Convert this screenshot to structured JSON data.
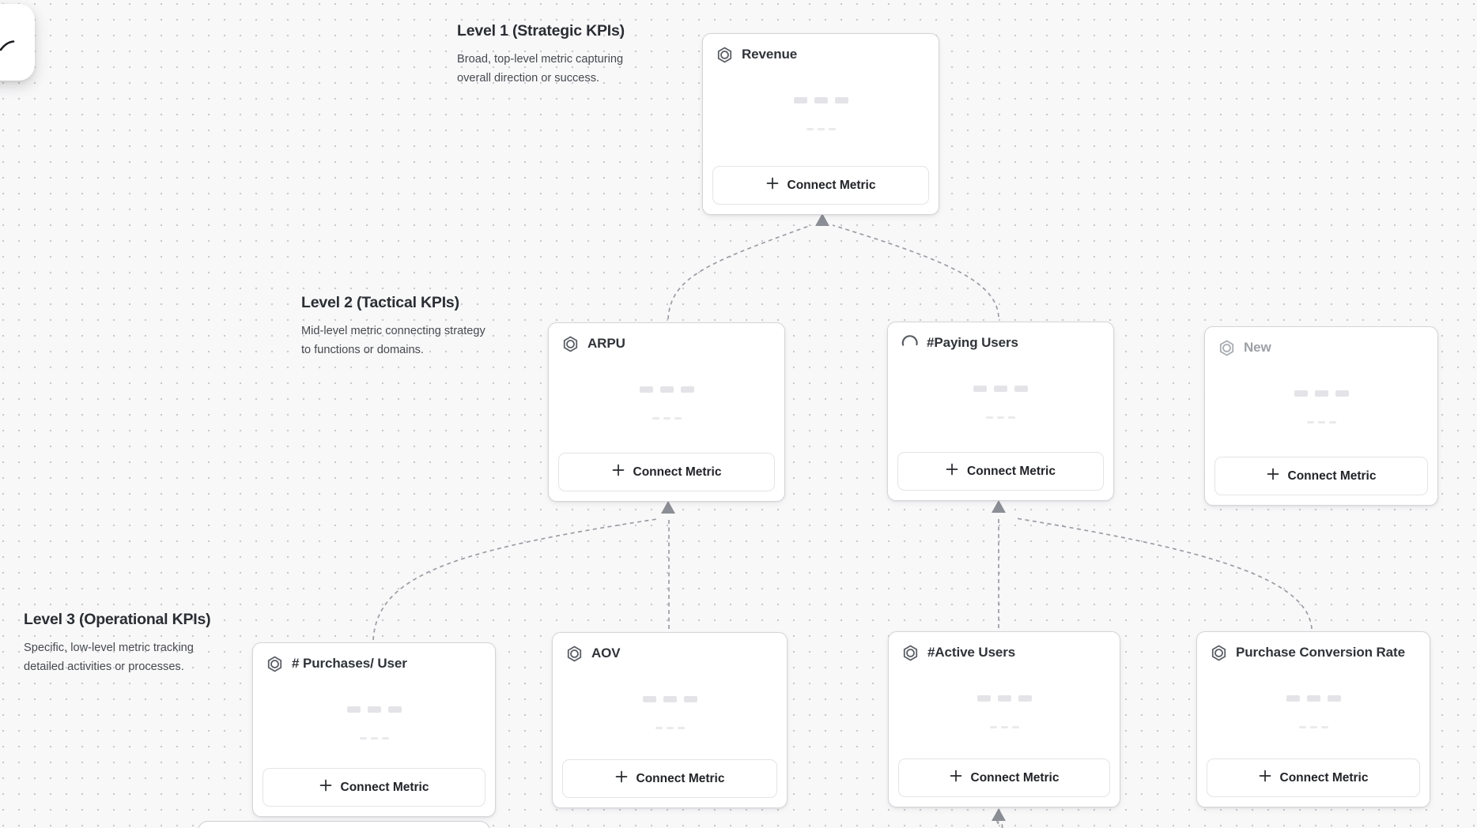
{
  "canvas": {
    "background_color": "#f8f8f9",
    "dot_color": "#c8c8cd",
    "edge_color": "#9a9da3",
    "arrow_color": "#8b8e94"
  },
  "levels": [
    {
      "title": "Level 1 (Strategic KPIs)",
      "description": "Broad, top-level metric capturing overall direction or success."
    },
    {
      "title": "Level 2 (Tactical KPIs)",
      "description": "Mid-level metric connecting strategy to functions or domains."
    },
    {
      "title": "Level 3 (Operational KPIs)",
      "description": "Specific, low-level metric tracking detailed activities or processes."
    }
  ],
  "card_button": {
    "label": "Connect Metric",
    "plus_icon": "plus-icon"
  },
  "cards": [
    {
      "id": "revenue",
      "title": "Revenue",
      "icon": "metric-hexagon-icon",
      "state": "normal",
      "level": 1
    },
    {
      "id": "arpu",
      "title": "ARPU",
      "icon": "metric-hexagon-icon",
      "state": "normal",
      "level": 2
    },
    {
      "id": "paying-users",
      "title": "#Paying Users",
      "icon": "spinner-icon",
      "state": "loading",
      "level": 2
    },
    {
      "id": "new",
      "title": "New",
      "icon": "metric-hexagon-icon",
      "state": "draft",
      "level": 2
    },
    {
      "id": "purchases-per-user",
      "title": "# Purchases/ User",
      "icon": "metric-hexagon-icon",
      "state": "normal",
      "level": 3
    },
    {
      "id": "aov",
      "title": "AOV",
      "icon": "metric-hexagon-icon",
      "state": "normal",
      "level": 3
    },
    {
      "id": "active-users",
      "title": "#Active Users",
      "icon": "metric-hexagon-icon",
      "state": "normal",
      "level": 3
    },
    {
      "id": "purchase-conversion-rate",
      "title": "Purchase Conversion Rate",
      "icon": "metric-hexagon-icon",
      "state": "normal",
      "level": 3
    }
  ],
  "connections": [
    {
      "from": "arpu",
      "to": "revenue"
    },
    {
      "from": "paying-users",
      "to": "revenue"
    },
    {
      "from": "purchases-per-user",
      "to": "arpu"
    },
    {
      "from": "aov",
      "to": "arpu"
    },
    {
      "from": "active-users",
      "to": "paying-users"
    },
    {
      "from": "purchase-conversion-rate",
      "to": "paying-users"
    },
    {
      "from": "offscreen-below",
      "to": "active-users"
    }
  ]
}
